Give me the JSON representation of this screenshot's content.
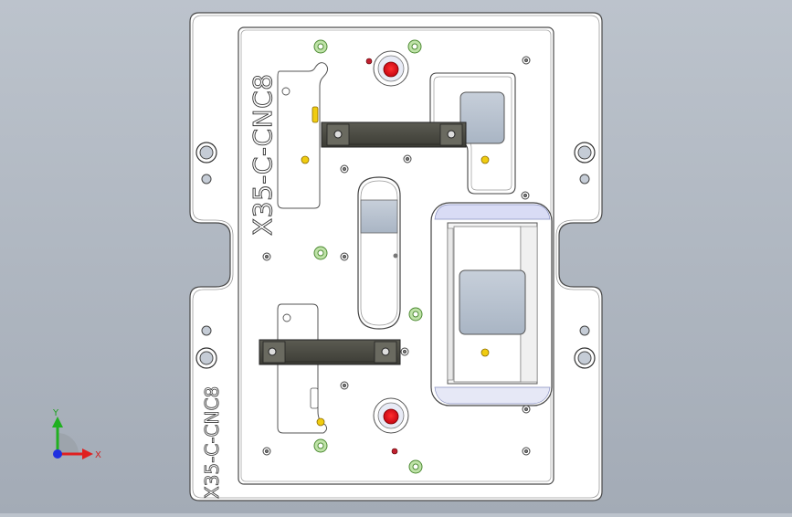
{
  "part_labels": {
    "vertical_label": "X35-C-CNC8",
    "edge_label": "X35-C-CNC8"
  },
  "triad": {
    "x_label": "X",
    "y_label": "Y"
  },
  "colors": {
    "background_top": "#bcc3cc",
    "background_bottom": "#a3abb6",
    "plate": "#ffffff",
    "edge": "#4a4a4a",
    "clamp_bar": "#4b4b43",
    "locating_pin": "#e0202a",
    "green_screw": "#7fbf5a",
    "yellow_dot": "#e8c000",
    "pocket_fill": "#b7c2cf",
    "pocket_highlight": "#d9dcf5",
    "axis_x": "#e02020",
    "axis_y": "#20b020",
    "axis_z": "#2030e0"
  }
}
